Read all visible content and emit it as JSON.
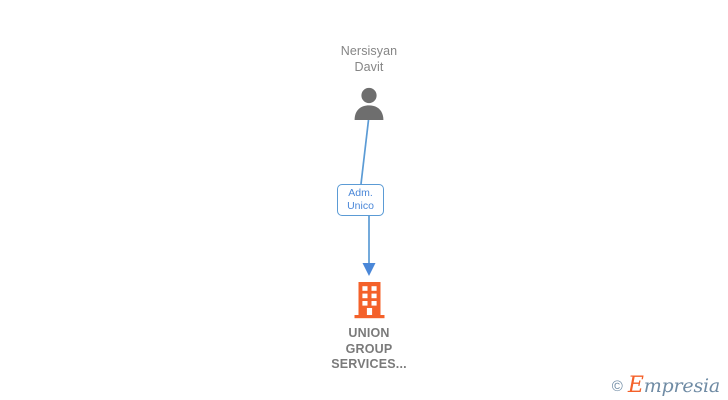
{
  "diagram": {
    "type": "organization-relationship-chart",
    "background_color": "#ffffff",
    "nodes": [
      {
        "id": "person",
        "kind": "person",
        "label": "Nersisyan\nDavit",
        "icon": "person-icon",
        "icon_color": "#6e6e6e",
        "text_color": "#858585"
      },
      {
        "id": "company",
        "kind": "company",
        "label": "UNION\nGROUP\nSERVICES...",
        "icon": "building-icon",
        "icon_color": "#f4612a",
        "text_color": "#7a7a7a"
      }
    ],
    "edges": [
      {
        "id": "person-to-company",
        "from": "person",
        "to": "company",
        "label": "Adm.\nUnico",
        "line_color": "#5b9bd5",
        "label_text_color": "#4a87d8",
        "label_border_color": "#5b9bd5",
        "arrow": "down"
      }
    ]
  },
  "watermark": {
    "copyright_symbol": "©",
    "brand_initial": "E",
    "brand_rest": "mpresia",
    "brand_color": "#f4612a",
    "text_color": "#6f8ba4"
  }
}
